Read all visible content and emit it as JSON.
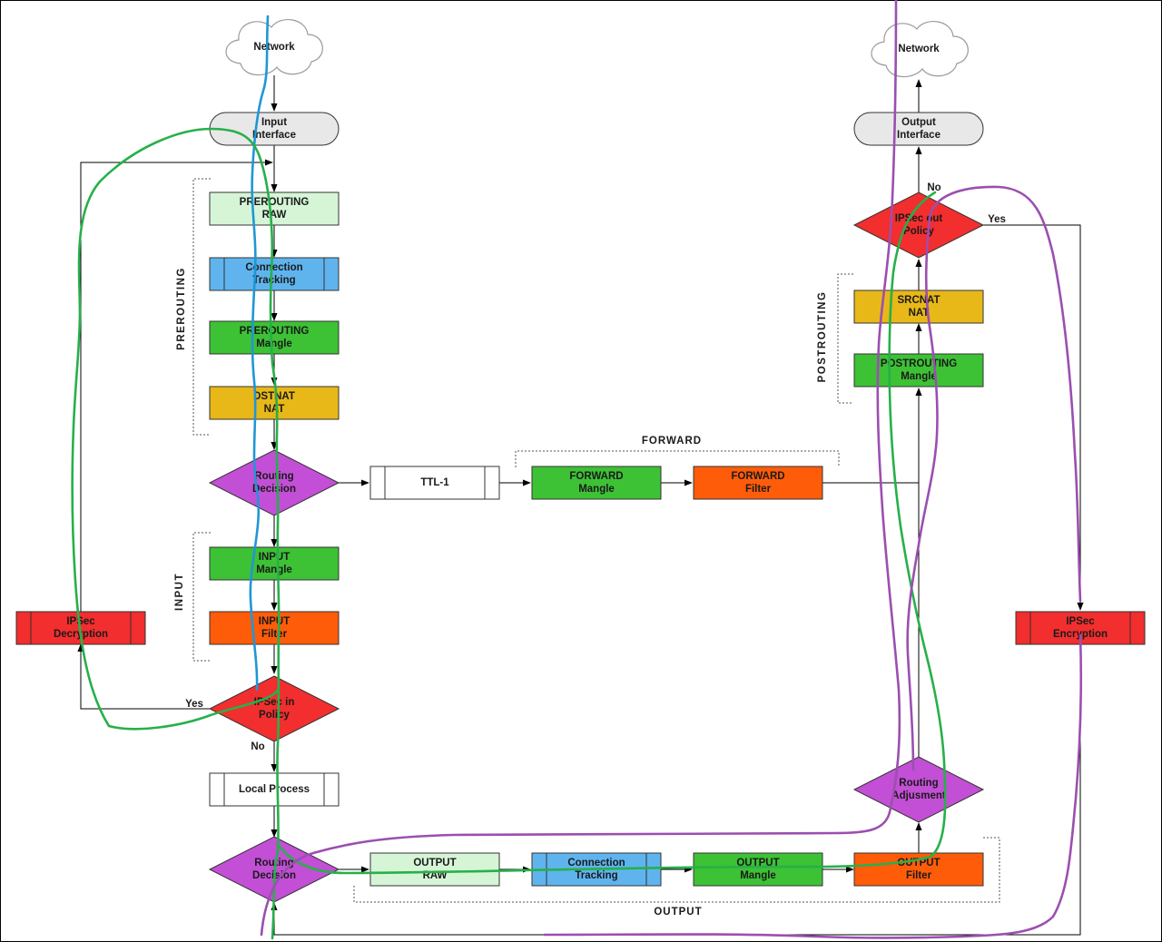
{
  "colors": {
    "raw": "#d6f5d6",
    "tracking": "#5fb4ee",
    "mangle": "#3dc135",
    "nat": "#e8b818",
    "filter": "#ff5c0a",
    "routing": "#c34fd6",
    "ipsec": "#f22e2e",
    "plain": "#ffffff",
    "interface": "#e8e8e8",
    "cloud": "#ffffff",
    "trace_blue": "#2196d6",
    "trace_green": "#27b04a",
    "trace_purple": "#9b4fb0"
  },
  "nodes": {
    "network_in": [
      "Network"
    ],
    "network_out": [
      "Network"
    ],
    "input_interface": [
      "Input",
      "Interface"
    ],
    "output_interface": [
      "Output",
      "Interface"
    ],
    "prerouting_raw": [
      "PREROUTING",
      "RAW"
    ],
    "conntrack_pre": [
      "Connection",
      "Tracking"
    ],
    "prerouting_mangle": [
      "PREROUTING",
      "Mangle"
    ],
    "dstnat": [
      "DSTNAT",
      "NAT"
    ],
    "routing_decision_1": [
      "Routing",
      "Decision"
    ],
    "ttl": [
      "TTL-1"
    ],
    "forward_mangle": [
      "FORWARD",
      "Mangle"
    ],
    "forward_filter": [
      "FORWARD",
      "Filter"
    ],
    "input_mangle": [
      "INPUT",
      "Mangle"
    ],
    "input_filter": [
      "INPUT",
      "Filter"
    ],
    "ipsec_in_policy": [
      "IPSec in",
      "Policy"
    ],
    "ipsec_decryption": [
      "IPSec",
      "Decryption"
    ],
    "local_process": [
      "Local Process"
    ],
    "routing_decision_2": [
      "Routing",
      "Decision"
    ],
    "output_raw": [
      "OUTPUT",
      "RAW"
    ],
    "conntrack_out": [
      "Connection",
      "Tracking"
    ],
    "output_mangle": [
      "OUTPUT",
      "Mangle"
    ],
    "output_filter": [
      "OUTPUT",
      "Filter"
    ],
    "routing_adjustment": [
      "Routing",
      "Adjusment"
    ],
    "postrouting_mangle": [
      "POSTROUTING",
      "Mangle"
    ],
    "srcnat": [
      "SRCNAT",
      "NAT"
    ],
    "ipsec_out_policy": [
      "IPSec out",
      "Policy"
    ],
    "ipsec_encryption": [
      "IPSec",
      "Encryption"
    ]
  },
  "group_labels": {
    "prerouting": "PREROUTING",
    "input": "INPUT",
    "forward": "FORWARD",
    "output": "OUTPUT",
    "postrouting": "POSTROUTING"
  },
  "edge_labels": {
    "ipsec_in_yes": "Yes",
    "ipsec_in_no": "No",
    "ipsec_out_yes": "Yes",
    "ipsec_out_no": "No"
  }
}
